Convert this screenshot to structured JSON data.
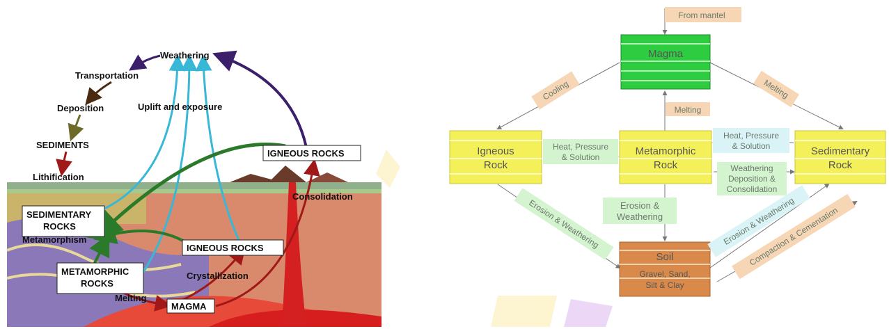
{
  "left_diagram": {
    "labels": {
      "weathering": "Weathering",
      "transportation": "Transportation",
      "deposition": "Deposition",
      "sediments": "SEDIMENTS",
      "lithification": "Lithification",
      "uplift": "Uplift and exposure",
      "igneous_top": "IGNEOUS ROCKS",
      "consolidation": "Consolidation",
      "sedimentary_1": "SEDIMENTARY",
      "sedimentary_2": "ROCKS",
      "metamorphism": "Metamorphism",
      "igneous_mid": "IGNEOUS ROCKS",
      "metamorphic_1": "METAMORPHIC",
      "metamorphic_2": "ROCKS",
      "crystallization": "Crystallization",
      "melting": "Melting",
      "magma": "MAGMA"
    }
  },
  "right_diagram": {
    "boxes": {
      "magma": "Magma",
      "igneous_1": "Igneous",
      "igneous_2": "Rock",
      "metamorphic_1": "Metamorphic",
      "metamorphic_2": "Rock",
      "sedimentary_1": "Sedimentary",
      "sedimentary_2": "Rock",
      "soil_1": "Soil",
      "soil_2": "Gravel, Sand,",
      "soil_3": "Silt & Clay"
    },
    "labels": {
      "from_mantel": "From mantel",
      "cooling": "Cooling",
      "melting_right": "Melting",
      "melting_center": "Melting",
      "heat_left_1": "Heat, Pressure",
      "heat_left_2": "& Solution",
      "heat_right_1": "Heat, Pressure",
      "heat_right_2": "& Solution",
      "weathering_1": "Weathering",
      "weathering_2": "Deposition &",
      "weathering_3": "Consolidation",
      "erosion_center_1": "Erosion &",
      "erosion_center_2": "Weathering",
      "erosion_left": "Erosion & Weathering",
      "erosion_right": "Erosion & Weathering",
      "compaction": "Compaction & Cementation"
    },
    "colors": {
      "magma": "#2ecc40",
      "rock": "#f3f05a",
      "soil": "#d98a4a"
    }
  }
}
